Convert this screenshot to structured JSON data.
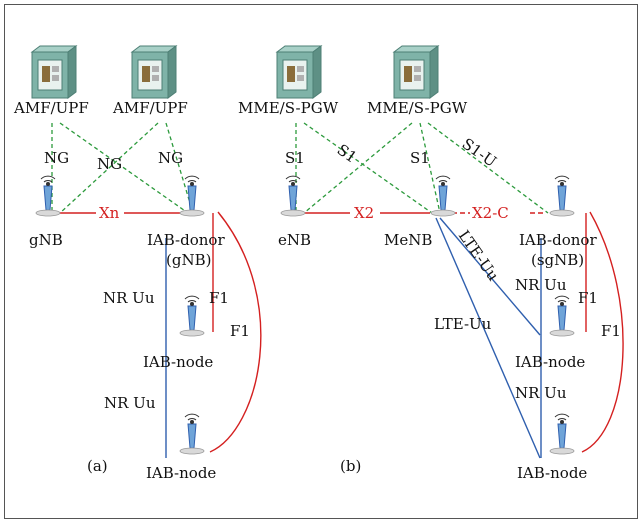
{
  "colors": {
    "red": "#d42020",
    "green": "#2c9a3c",
    "blue": "#2f5fae",
    "server": "#7fb3a8"
  },
  "panel_a": {
    "caption": "(a)",
    "core_left": "AMF/UPF",
    "core_right": "AMF/UPF",
    "ng_left": "NG",
    "ng_mid": "NG",
    "ng_right": "NG",
    "gnb": "gNB",
    "xn": "Xn",
    "donor": "IAB-donor",
    "donor_sub": "(gNB)",
    "nr_uu_1": "NR Uu",
    "f1_short": "F1",
    "f1_long": "F1",
    "node1": "IAB-node",
    "nr_uu_2": "NR Uu",
    "node2": "IAB-node"
  },
  "panel_b": {
    "caption": "(b)",
    "core_left": "MME/S-PGW",
    "core_right": "MME/S-PGW",
    "s1_left": "S1",
    "s1_diag": "S1",
    "s1_mid": "S1",
    "s1_u": "S1-U",
    "enb": "eNB",
    "x2": "X2",
    "menb": "MeNB",
    "x2c": "X2-C",
    "lte_uu_diag": "LTE-Uu",
    "donor": "IAB-donor",
    "donor_sub": "(sgNB)",
    "nr_uu_1": "NR Uu",
    "f1_short": "F1",
    "f1_long": "F1",
    "lte_uu": "LTE-Uu",
    "node1": "IAB-node",
    "nr_uu_2": "NR Uu",
    "node2": "IAB-node"
  }
}
